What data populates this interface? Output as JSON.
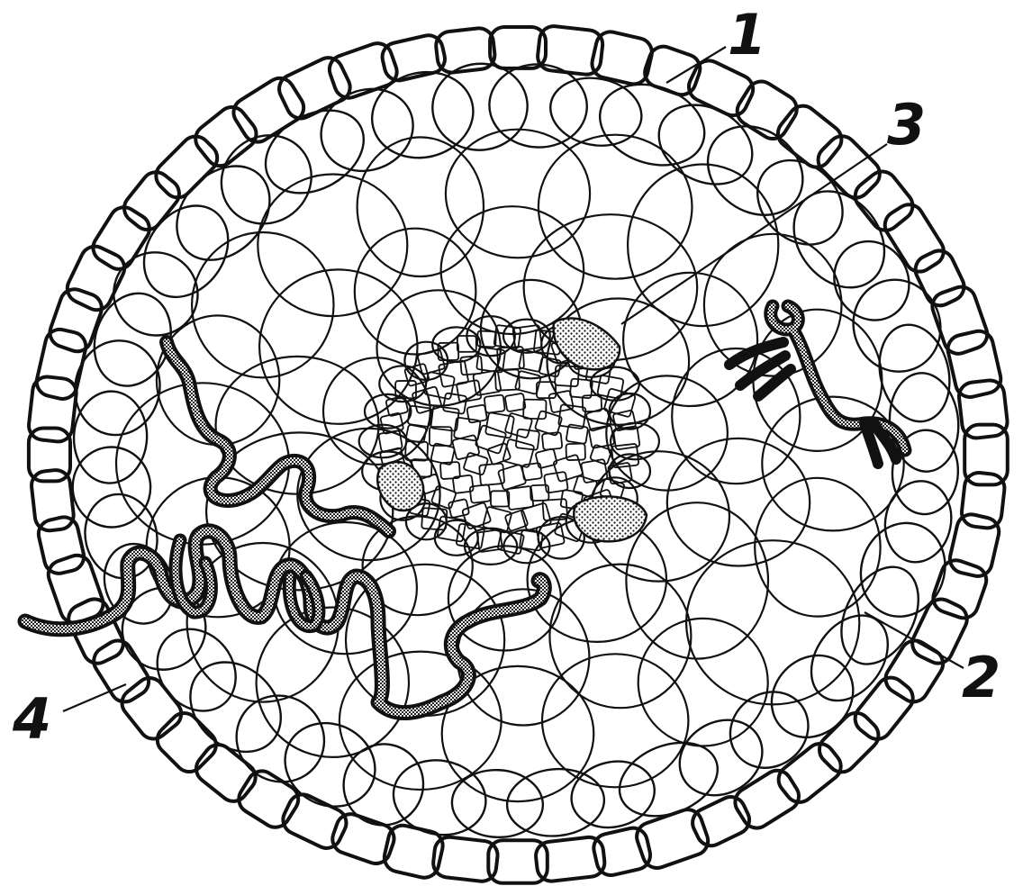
{
  "diagram": {
    "labels": [
      {
        "id": "1",
        "text": "1"
      },
      {
        "id": "2",
        "text": "2"
      },
      {
        "id": "3",
        "text": "3"
      },
      {
        "id": "4",
        "text": "4"
      }
    ],
    "colors": {
      "ink": "#111111",
      "background": "#ffffff"
    }
  }
}
